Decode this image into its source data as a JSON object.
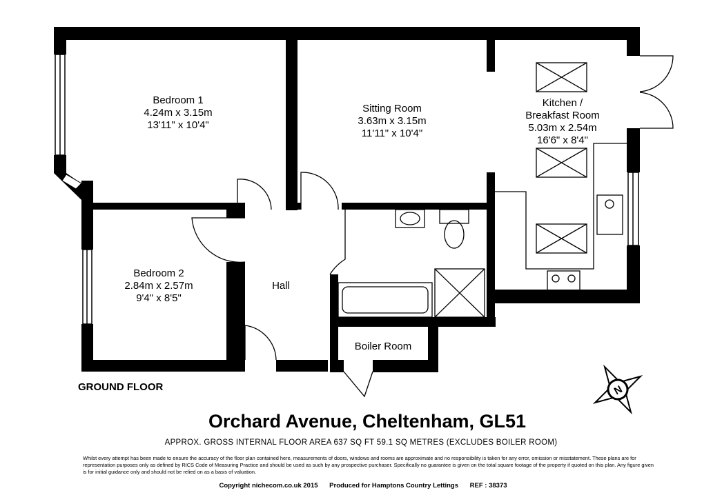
{
  "rooms": {
    "bedroom1": {
      "name": "Bedroom 1",
      "metric": "4.24m x 3.15m",
      "imperial": "13'11\" x 10'4\""
    },
    "sitting_room": {
      "name": "Sitting Room",
      "metric": "3.63m x 3.15m",
      "imperial": "11'11\" x 10'4\""
    },
    "kitchen": {
      "name_line1": "Kitchen /",
      "name_line2": "Breakfast Room",
      "metric": "5.03m x 2.54m",
      "imperial": "16'6\" x 8'4\""
    },
    "bedroom2": {
      "name": "Bedroom 2",
      "metric": "2.84m x 2.57m",
      "imperial": "9'4\" x 8'5\""
    },
    "hall": {
      "name": "Hall"
    },
    "boiler_room": {
      "name": "Boiler Room"
    }
  },
  "floor_label": "GROUND FLOOR",
  "title": "Orchard Avenue, Cheltenham, GL51",
  "area_text": "APPROX. GROSS INTERNAL FLOOR AREA 637 SQ FT 59.1 SQ METRES (EXCLUDES BOILER ROOM)",
  "disclaimer": "Whilst every attempt has been made to ensure the accuracy of the floor plan contained here, measurements of doors, windows and rooms are approximate and no responsibility is taken for any error, omission or misstatement. These plans are for representation purposes only as defined by RICS Code of Measuring Practice and should be used as such by any prospective purchaser. Specifically no guarantee is given on the total square footage of the property if quoted on this plan. Any figure given is for initial guidance only and should not be relied on as a basis of valuation.",
  "footer": {
    "copyright": "Copyright nichecom.co.uk 2015",
    "produced": "Produced for Hamptons Country Lettings",
    "ref": "REF : 38373"
  },
  "compass": {
    "letter": "N"
  },
  "colors": {
    "wall": "#000000",
    "background": "#ffffff"
  }
}
